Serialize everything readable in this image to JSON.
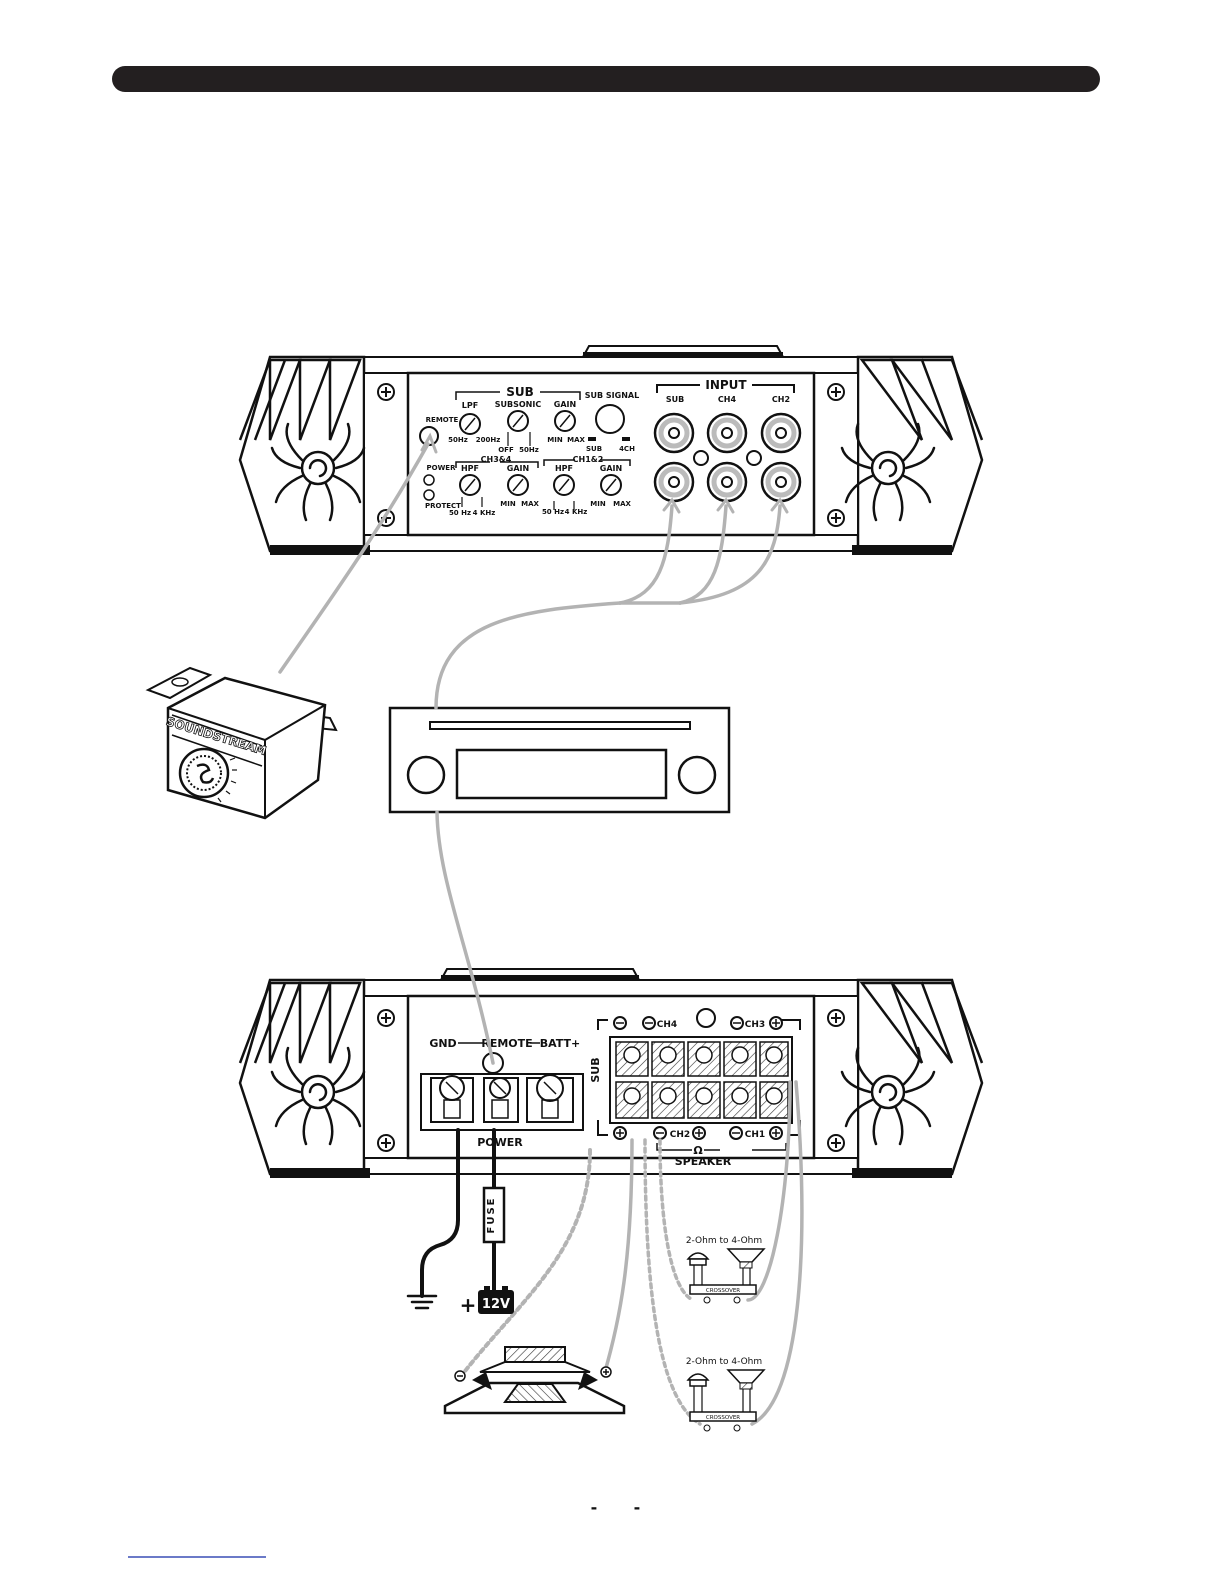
{
  "front_panel": {
    "sub_header": "SUB",
    "lpf": "LPF",
    "lpf_min": "50Hz",
    "lpf_max": "200Hz",
    "subsonic": "SUBSONIC",
    "subsonic_off": "OFF",
    "subsonic_50": "50Hz",
    "gain": "GAIN",
    "gain_min": "MIN",
    "gain_max": "MAX",
    "sub_signal": "SUB SIGNAL",
    "sub_signal_sub": "SUB",
    "sub_signal_4ch": "4CH",
    "remote": "REMOTE",
    "power": "POWER",
    "protect": "PROTECT",
    "ch34": "CH3&4",
    "ch12": "CH1&2",
    "hpf": "HPF",
    "hpf_min": "50 Hz",
    "hpf_max": "4 KHz",
    "input_header": "INPUT",
    "input_sub": "SUB",
    "input_ch4": "CH4",
    "input_ch2": "CH2"
  },
  "remote_knob": {
    "brand": "SOUNDSTREAM"
  },
  "rear_panel": {
    "gnd": "GND",
    "remote": "REMOTE",
    "batt": "BATT+",
    "power": "POWER",
    "sub": "SUB",
    "ch4": "CH4",
    "ch3": "CH3",
    "ch2": "CH2",
    "ch1": "CH1",
    "ohm": "Ω",
    "speaker": "SPEAKER"
  },
  "wiring": {
    "fuse": "FUSE",
    "battery": "12V",
    "plus": "+",
    "speaker_rating_1": "2-Ohm to 4-Ohm",
    "speaker_rating_2": "2-Ohm to 4-Ohm",
    "crossover_1": "CROSSOVER",
    "crossover_2": "CROSSOVER"
  },
  "footer": {
    "dash_left": "-",
    "dash_right": "-"
  },
  "colors": {
    "header_bar": "#231f20",
    "wire_grey": "#b3b3b3",
    "outline": "#111111"
  }
}
